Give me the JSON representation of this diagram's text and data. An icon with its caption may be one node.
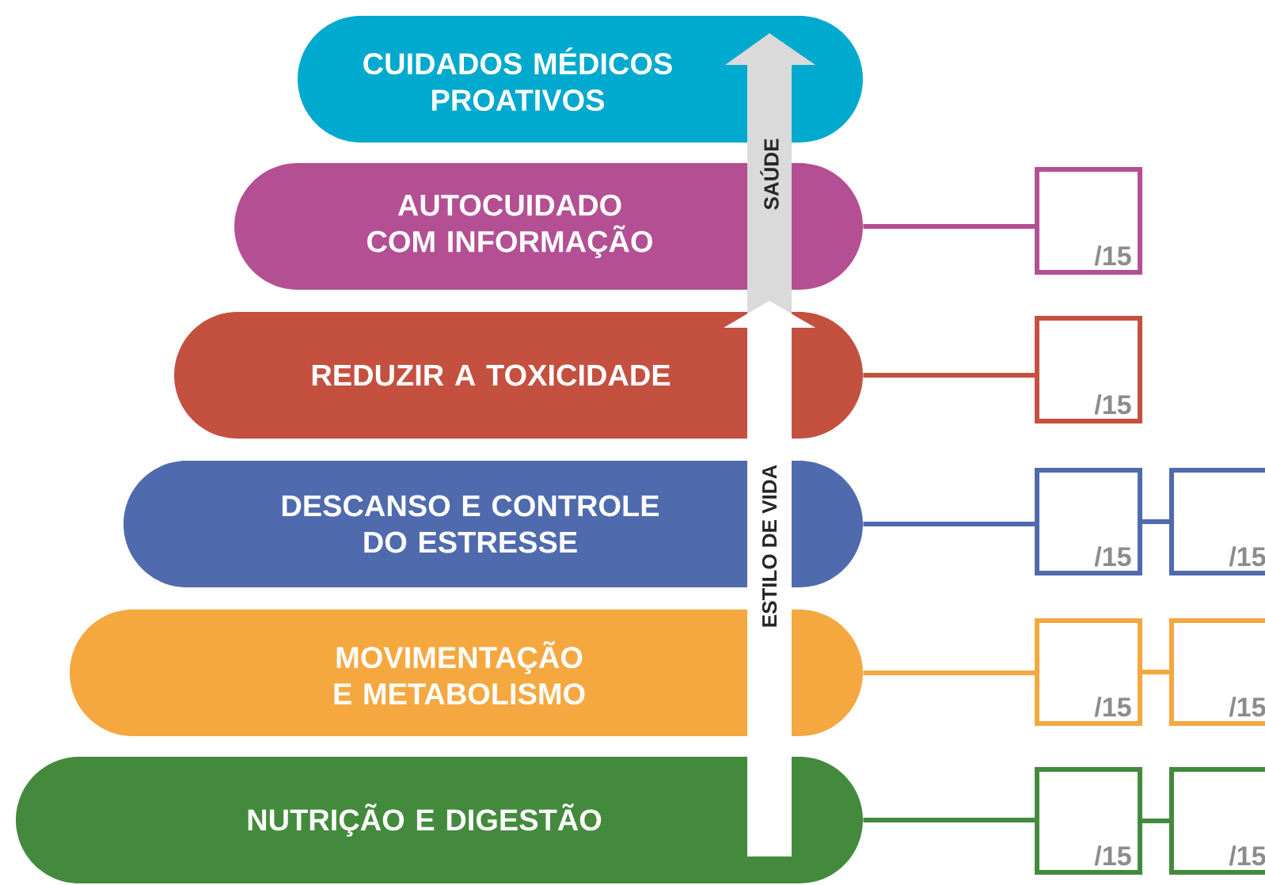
{
  "diagram": {
    "nodes": [
      {
        "text": [
          "CUIDADOS MÉDICOS PROATIVOS"
        ]
      },
      {
        "text": [
          "AUTOCUIDADO COM INFORMAÇÃO"
        ]
      },
      {
        "text": [
          "REDUZIR A TOXICIDADE"
        ]
      },
      {
        "text": [
          "DESCANSO E CONTROLE DO ESTRESSE"
        ]
      },
      {
        "text": [
          "MOVIMENTAÇÃO E METABOLISMO"
        ]
      },
      {
        "text": [
          "NUTRIÇÃO E DIGESTÃO"
        ]
      },
      {
        "text": [
          "/15"
        ]
      },
      {
        "text": [
          "/15"
        ]
      },
      {
        "text": [
          "/15"
        ]
      },
      {
        "text": [
          "/15"
        ]
      },
      {
        "text": [
          "/15"
        ]
      },
      {
        "text": [
          "/15"
        ]
      },
      {
        "text": [
          "/15"
        ]
      },
      {
        "text": [
          "/15"
        ]
      }
    ],
    "edges": [
      {
        "from": 1,
        "to": 6,
        "arrow": "none",
        "color": "#b44f93"
      },
      {
        "from": 2,
        "to": 7,
        "arrow": "none",
        "color": "#c45040"
      },
      {
        "from": 3,
        "to": 8,
        "arrow": "none",
        "color": "#4f6aad"
      },
      {
        "from": 8,
        "to": 9,
        "arrow": "none",
        "color": "#4f6aad"
      },
      {
        "from": 4,
        "to": 10,
        "arrow": "none",
        "color": "#f5a840"
      },
      {
        "from": 10,
        "to": 11,
        "arrow": "none",
        "color": "#f5a840"
      },
      {
        "from": 5,
        "to": 12,
        "arrow": "none",
        "color": "#438a3d"
      },
      {
        "from": 12,
        "to": 13,
        "arrow": "none",
        "color": "#438a3d"
      }
    ],
    "labels": [
      "SAÚDE",
      "ESTILO DE VIDA"
    ]
  }
}
